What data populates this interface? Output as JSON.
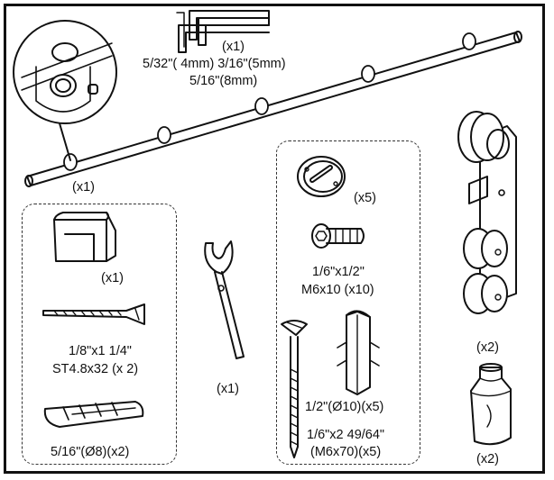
{
  "hex_keys": {
    "qty": "(x1)",
    "sizes_line1": "5/32\"( 4mm) 3/16\"(5mm)",
    "sizes_line2": "5/16\"(8mm)"
  },
  "rail": {
    "qty": "(x1)"
  },
  "guide": {
    "qty": "(x1)"
  },
  "screw": {
    "line1": "1/8\"x1 1/4\"",
    "line2": "ST4.8x32 (x 2)"
  },
  "anchor_small": {
    "label": "5/16\"(Ø8)(x2)"
  },
  "wrench": {
    "qty": "(x1)"
  },
  "disc_bracket": {
    "qty": "(x5)"
  },
  "bolt": {
    "line1": "1/6\"x1/2\"",
    "line2": "M6x10 (x10)"
  },
  "wall_anchor": {
    "label": "1/2\"(Ø10)(x5)"
  },
  "lag_screw": {
    "line1": "1/6\"x2 49/64\"",
    "line2": "(M6x70)(x5)"
  },
  "roller": {
    "qty": "(x2)"
  },
  "stopper": {
    "qty": "(x2)"
  }
}
